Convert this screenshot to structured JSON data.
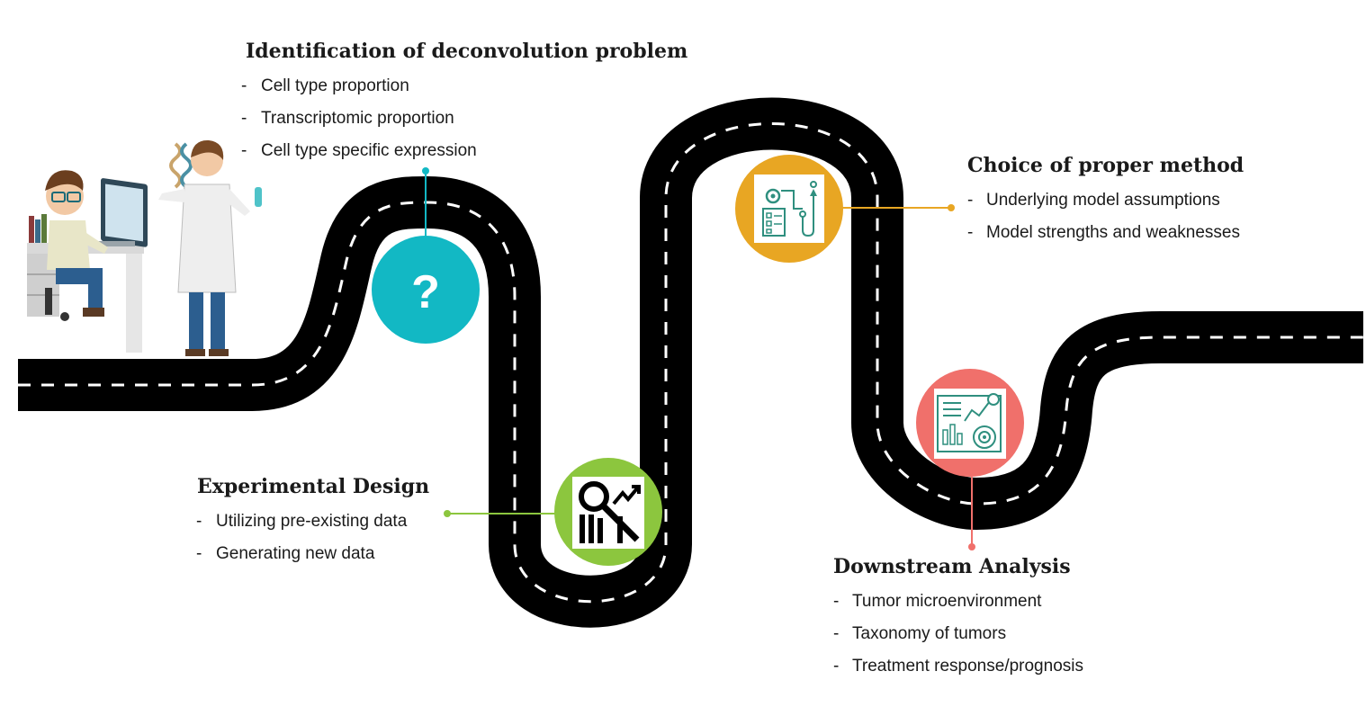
{
  "colors": {
    "road": "#000000",
    "road_dash": "#ffffff",
    "step1": "#12b8c4",
    "step2": "#8cc63e",
    "step3": "#e8a623",
    "step4": "#f0706b"
  },
  "steps": [
    {
      "title": "Identification of deconvolution problem",
      "icon": "question-mark-icon",
      "icon_glyph": "?",
      "items": [
        "Cell type proportion",
        "Transcriptomic proportion",
        "Cell type specific expression"
      ]
    },
    {
      "title": "Experimental Design",
      "icon": "data-search-icon",
      "items": [
        "Utilizing pre-existing data",
        "Generating new data"
      ]
    },
    {
      "title": "Choice of proper method",
      "icon": "method-workflow-icon",
      "items": [
        "Underlying model assumptions",
        "Model strengths and weaknesses"
      ]
    },
    {
      "title": "Downstream Analysis",
      "icon": "analytics-dashboard-icon",
      "items": [
        "Tumor microenvironment",
        "Taxonomy of tumors",
        "Treatment response/prognosis"
      ]
    }
  ],
  "bullet": "-"
}
